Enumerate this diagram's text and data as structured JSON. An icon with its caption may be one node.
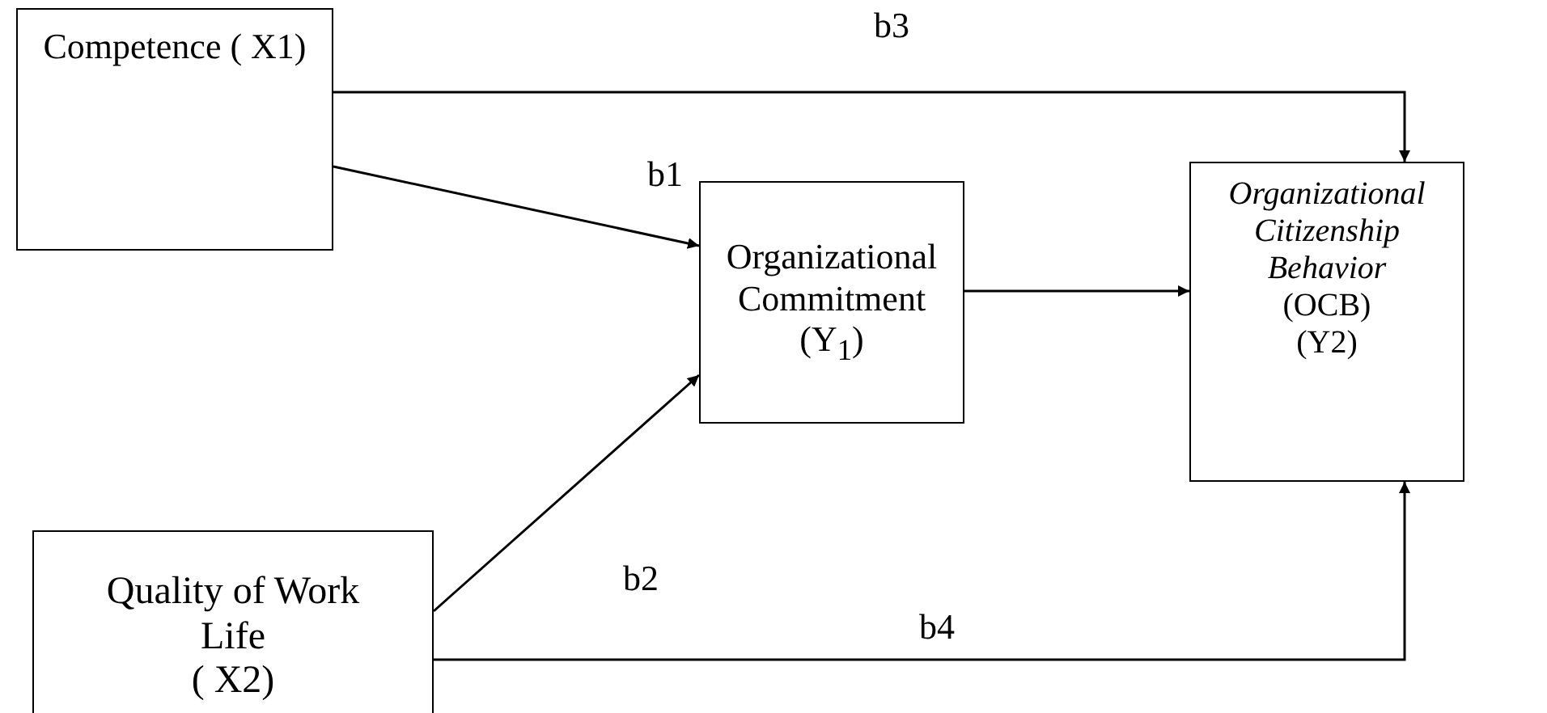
{
  "diagram": {
    "nodes": [
      {
        "text": [
          "Competence ( X1)"
        ]
      },
      {
        "text": [
          "Organizational Commitment",
          "(Y$_{1}$)"
        ]
      },
      {
        "text": [
          "*Organizational Citizenship Behavior*",
          "(OCB)",
          "(Y2)"
        ]
      },
      {
        "text": [
          "Quality of Work Life",
          "( X2)"
        ]
      }
    ],
    "edges": [
      {
        "from": 0,
        "to": 1,
        "arrow": "to",
        "label": "b1"
      },
      {
        "from": 3,
        "to": 1,
        "arrow": "to",
        "label": "b2"
      },
      {
        "from": 0,
        "to": 2,
        "arrow": "to",
        "label": "b3"
      },
      {
        "from": 3,
        "to": 2,
        "arrow": "to",
        "label": "b4"
      },
      {
        "from": 1,
        "to": 2,
        "arrow": "to"
      }
    ]
  }
}
